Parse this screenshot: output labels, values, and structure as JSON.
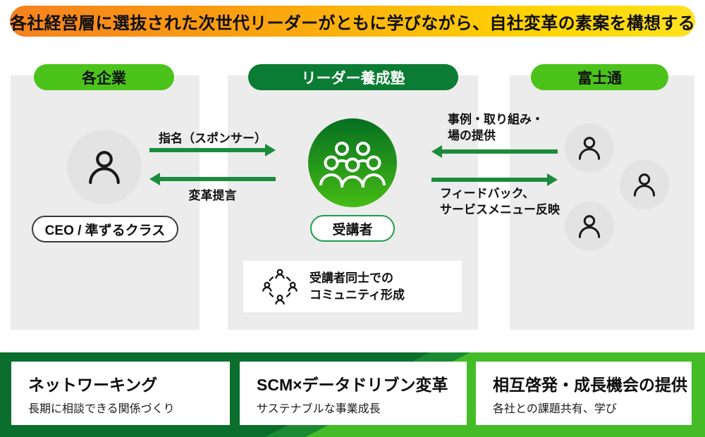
{
  "banner": {
    "text": "各社経営層に選抜された次世代リーダーがともに学びながら、自社変革の素案を構想する"
  },
  "columns": {
    "companies": {
      "label": "各企業",
      "role": "CEO / 準ずるクラス"
    },
    "academy": {
      "label": "リーダー養成塾",
      "member": "受講者",
      "community_line1": "受講者同士での",
      "community_line2": "コミュニティ形成"
    },
    "fujitsu": {
      "label": "富士通"
    }
  },
  "arrows": {
    "appoint": "指名（スポンサー）",
    "proposal": "変革提言",
    "provide_line1": "事例・取り組み・",
    "provide_line2": "場の提供",
    "feedback_line1": "フィードバック、",
    "feedback_line2": "サービスメニュー反映"
  },
  "footer": {
    "cards": [
      {
        "title": "ネットワーキング",
        "subtitle": "長期に相談できる関係づくり"
      },
      {
        "title": "SCM×データドリブン変革",
        "subtitle": "サステナブルな事業成長"
      },
      {
        "title": "相互啓発・成長機会の提供",
        "subtitle": "各社との課題共有、学び"
      }
    ]
  },
  "icons": {
    "person": "person-icon",
    "participants": "participants-group-icon",
    "community": "community-circle-icon"
  },
  "colors": {
    "banner_gradient_start": "#F5821F",
    "banner_gradient_end": "#FFDC00",
    "bright_green": "#4CC31B",
    "dark_green": "#0B7C33",
    "arrow_green": "#1B8C3C",
    "circle_gradient_top": "#056F21",
    "circle_gradient_bottom": "#45BC14",
    "bar_dark_green": "#0A6E2C",
    "bar_bright_green": "#43BC28",
    "panel_gray": "#ECECEC"
  }
}
